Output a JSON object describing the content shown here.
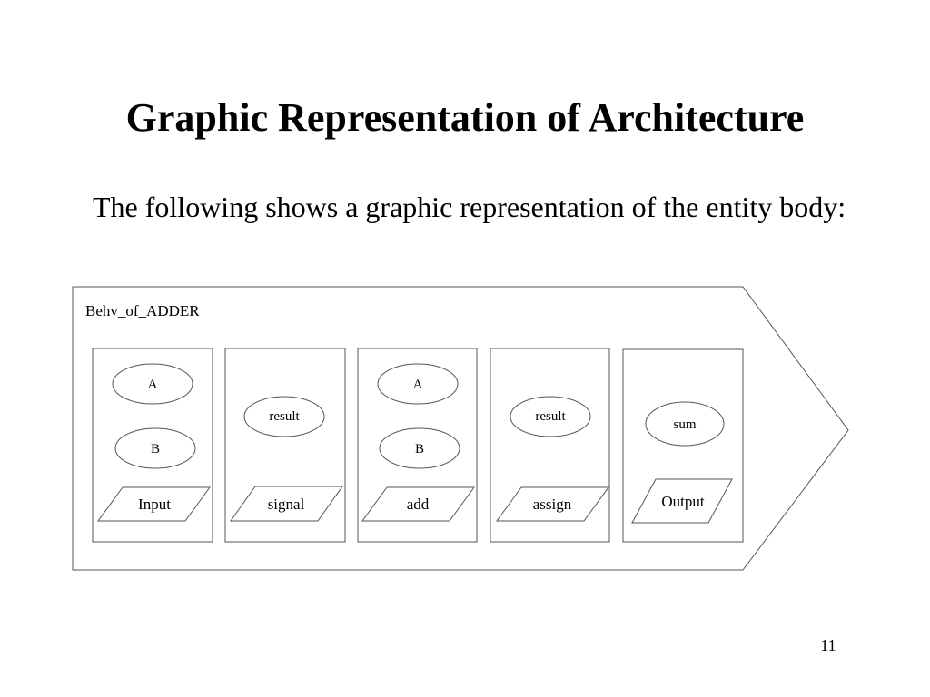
{
  "slide": {
    "title": "Graphic Representation of Architecture",
    "intro": "The following shows a graphic representation of the entity body:",
    "page_number": "11"
  },
  "diagram": {
    "architecture_name": "Behv_of_ADDER",
    "blocks": [
      {
        "signals": [
          "A",
          "B"
        ],
        "kind": "Input"
      },
      {
        "signals": [
          "result"
        ],
        "kind": "signal"
      },
      {
        "signals": [
          "A",
          "B"
        ],
        "kind": "add"
      },
      {
        "signals": [
          "result"
        ],
        "kind": "assign"
      },
      {
        "signals": [
          "sum"
        ],
        "kind": "Output"
      }
    ]
  }
}
